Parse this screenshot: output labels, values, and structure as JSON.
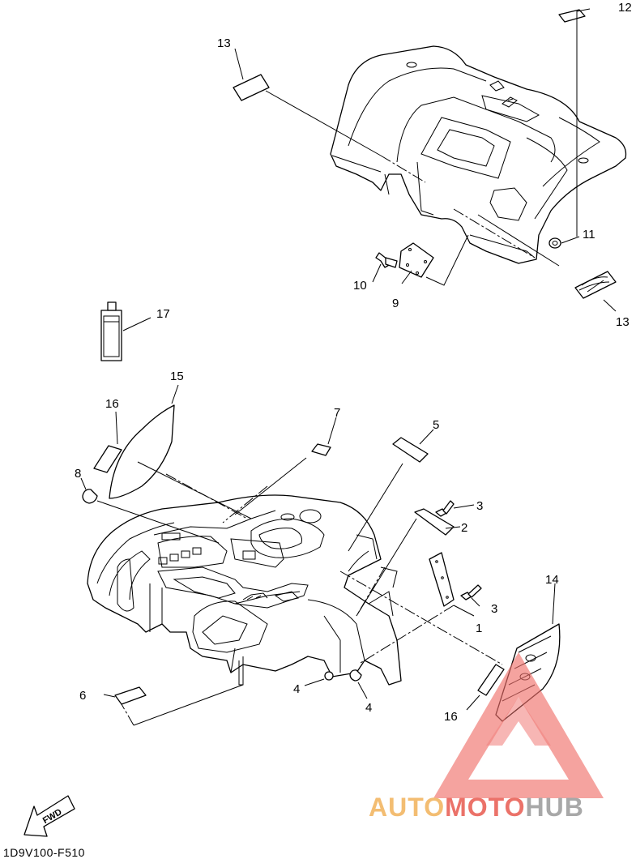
{
  "diagram_code": "1D9V100-F510",
  "fwd_label": "FWD",
  "watermark": {
    "part1": "AUTO",
    "part2": "MOTO",
    "part3": "HUB",
    "colors": {
      "auto": "#f2b25a",
      "moto": "#e85a4f",
      "hub": "#9a9a9a",
      "triangle": "#ef6f6a"
    }
  },
  "callouts": {
    "c1": "1",
    "c2": "2",
    "c3a": "3",
    "c3b": "3",
    "c4a": "4",
    "c4b": "4",
    "c5": "5",
    "c6": "6",
    "c7": "7",
    "c8": "8",
    "c9": "9",
    "c10": "10",
    "c11": "11",
    "c12": "12",
    "c13a": "13",
    "c13b": "13",
    "c14": "14",
    "c15": "15",
    "c16a": "16",
    "c16b": "16",
    "c17": "17"
  }
}
